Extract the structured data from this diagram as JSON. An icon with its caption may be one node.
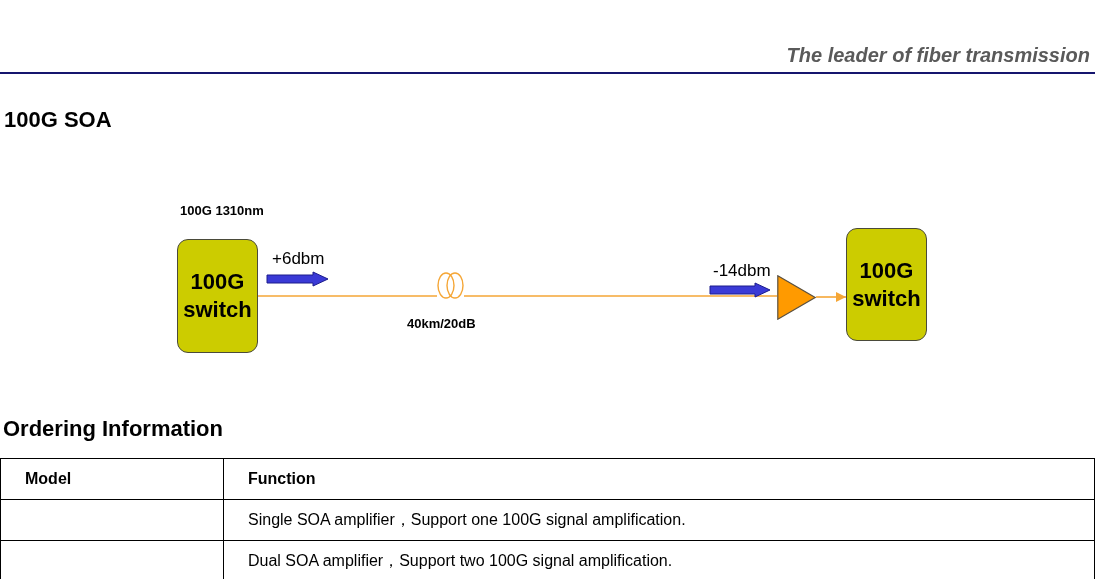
{
  "diagram": {
    "title": "100G SOA",
    "nodes": [
      {
        "text": [
          "100G switch"
        ],
        "beside": [
          "100G 1310nm"
        ]
      },
      {
        "text": [],
        "shape": "coil",
        "beside": [
          "40km/20dB"
        ]
      },
      {
        "text": [],
        "shape": "triangle"
      },
      {
        "text": [
          "100G switch"
        ]
      }
    ],
    "edges": [
      {
        "from": 0,
        "to": 1,
        "arrow": "none"
      },
      {
        "from": 1,
        "to": 2,
        "arrow": "none"
      },
      {
        "from": 2,
        "to": 3,
        "arrow": "to"
      }
    ],
    "labels": [
      "The leader of fiber transmission",
      "+6dbm",
      "-14dbm",
      "Ordering Information",
      "Model",
      "Function",
      "Single SOA amplifier，Support one 100G signal amplification.",
      "Dual SOA amplifier，Support two 100G signal amplification."
    ]
  }
}
